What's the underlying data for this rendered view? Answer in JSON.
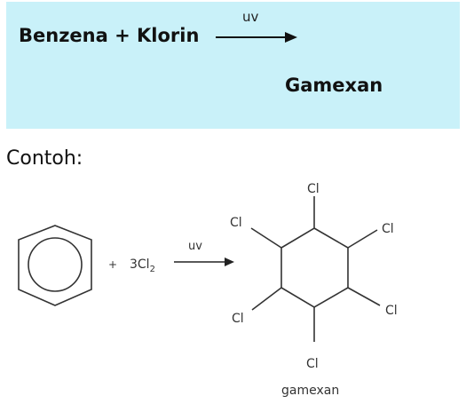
{
  "header": {
    "reactants": "Benzena + Klorin",
    "condition": "uv",
    "product": "Gamexan"
  },
  "example": {
    "heading": "Contoh:",
    "plus": "+",
    "reagent_coefficient": "3Cl",
    "reagent_subscript": "2",
    "condition": "uv",
    "substituent": "Cl",
    "product_name": "gamexan"
  },
  "colors": {
    "box_background": "#c9f1f9",
    "text": "#111111",
    "structure_line": "#333333"
  }
}
